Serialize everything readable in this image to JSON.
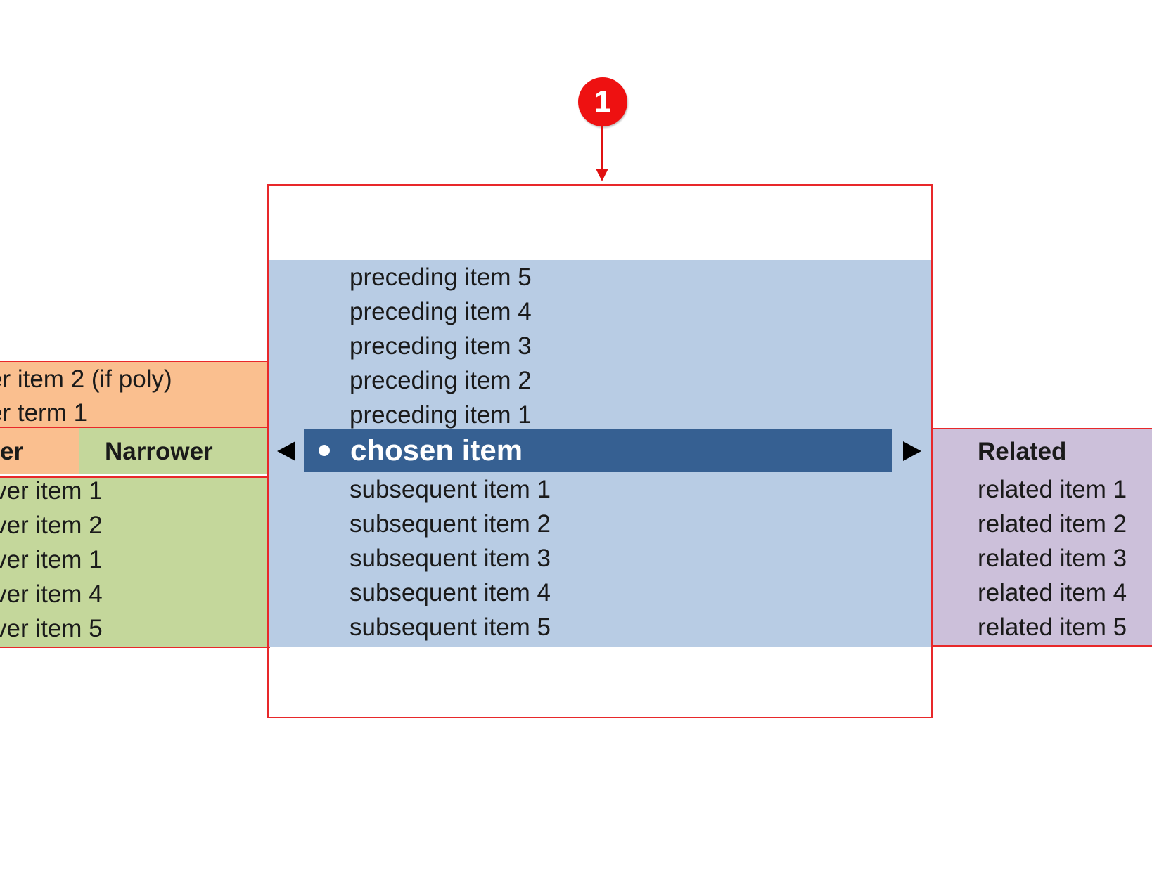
{
  "callout": {
    "number": "1",
    "color": "#ee1111"
  },
  "center": {
    "preceding": [
      "preceding item 5",
      "preceding item 4",
      "preceding item 3",
      "preceding item 2",
      "preceding item 1"
    ],
    "chosen": "chosen item",
    "subsequent": [
      "subsequent item 1",
      "subsequent item 2",
      "subsequent item 3",
      "subsequent item 4",
      "subsequent item 5"
    ],
    "band_color": "#b8cce4",
    "chosen_color": "#366092"
  },
  "left": {
    "broader_lines": [
      "er item 2 (if poly)",
      "er term 1"
    ],
    "header_broader": "er",
    "header_narrower": "Narrower",
    "narrower_items": [
      "ver item 1",
      "ver item 2",
      "ver item 1",
      "ver item 4",
      "ver item 5"
    ],
    "broader_color": "#fabf8f",
    "narrower_color": "#c4d79b"
  },
  "right": {
    "header": "Related",
    "items": [
      "related item 1",
      "related item 2",
      "related item 3",
      "related item 4",
      "related item 5"
    ],
    "color": "#ccc0da"
  },
  "frame_color": "#e8282a"
}
